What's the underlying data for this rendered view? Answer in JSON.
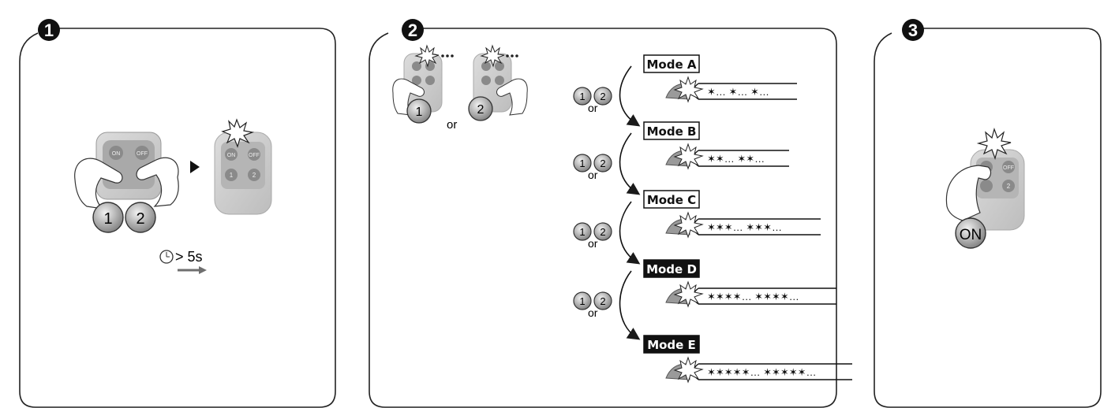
{
  "steps": {
    "step1": {
      "number": "1",
      "button_1": "1",
      "button_2": "2",
      "duration": "> 5s"
    },
    "step2": {
      "number": "2",
      "remote_1_button": "1",
      "remote_2_button": "2",
      "or_label": "or"
    },
    "step3": {
      "number": "3",
      "button_label": "ON"
    }
  },
  "remote_keys": {
    "on": "ON",
    "off": "OFF",
    "k1": "1",
    "k2": "2"
  },
  "modes": [
    {
      "label": "Mode A",
      "pattern": "✶… ✶… ✶…",
      "style": "outlined",
      "btn1": "1",
      "btn2": "2",
      "or": "or"
    },
    {
      "label": "Mode B",
      "pattern": "✶✶… ✶✶…",
      "style": "outlined",
      "btn1": "1",
      "btn2": "2",
      "or": "or"
    },
    {
      "label": "Mode C",
      "pattern": "✶✶✶… ✶✶✶…",
      "style": "outlined",
      "btn1": "1",
      "btn2": "2",
      "or": "or"
    },
    {
      "label": "Mode D",
      "pattern": "✶✶✶✶… ✶✶✶✶…",
      "style": "filled",
      "btn1": "1",
      "btn2": "2",
      "or": "or"
    },
    {
      "label": "Mode E",
      "pattern": "✶✶✶✶✶… ✶✶✶✶✶…",
      "style": "filled"
    }
  ],
  "colors": {
    "panel_stroke": "#222222",
    "remote_body": "#c8c8c8",
    "button_fill": "#8a8a8a",
    "arrow_gray": "#6f6f6f"
  }
}
